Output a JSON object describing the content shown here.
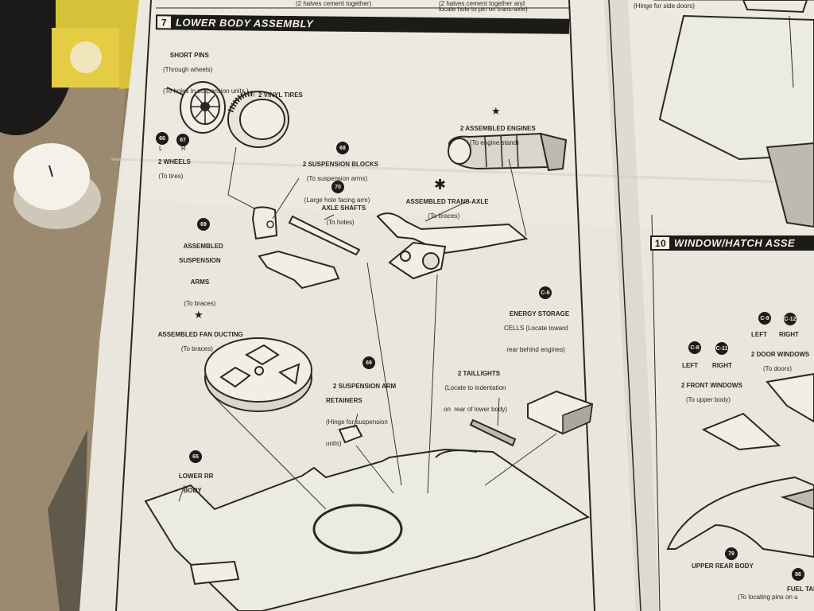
{
  "top_clip": {
    "left": "(2 halves cement together)",
    "right_1": "(2 halves cement together and",
    "right_2": "locate hole to pin on trans-axle)",
    "far_right": "(Hinge for side doors)"
  },
  "section7": {
    "number": "7",
    "title": "LOWER BODY ASSEMBLY"
  },
  "section10": {
    "number": "10",
    "title": "WINDOW/HATCH ASSE"
  },
  "labels": {
    "short_pins": "SHORT PINS",
    "short_pins_sub1": "(Through wheels)",
    "short_pins_sub2": "(To holes in suspension units )",
    "vinyl_tires": "2 VINYL TIRES",
    "wheels": "2 WHEELS",
    "wheels_sub": "(To tires)",
    "wheel_l": "L",
    "wheel_r": "R",
    "susp_blocks": "2 SUSPENSION BLOCKS",
    "susp_blocks_sub1": "(To suspension arms)",
    "susp_blocks_sub2": "(Large hole facing arm)",
    "engines": "2 ASSEMBLED ENGINES",
    "engines_sub": "(To engine stand)",
    "axle_shafts": "AXLE SHAFTS",
    "axle_shafts_sub": "(To holes)",
    "trans_axle": "ASSEMBLED TRANS-AXLE",
    "trans_axle_sub": "(To braces)",
    "susp_arms_1": "ASSEMBLED",
    "susp_arms_2": "SUSPENSION",
    "susp_arms_3": "ARMS",
    "susp_arms_sub": "(To braces)",
    "fan_ducting": "ASSEMBLED FAN DUCTING",
    "fan_ducting_sub": "(To braces)",
    "energy_1": "ENERGY STORAGE",
    "energy_2": "CELLS (Locate toward",
    "energy_3": "rear behind engines)",
    "retainers_1": "2 SUSPENSION ARM",
    "retainers_2": "RETAINERS",
    "retainers_sub1": "(Hinge for suspension",
    "retainers_sub2": "units)",
    "taillights": "2 TAILLIGHTS",
    "taillights_sub1": "(Locate to indentation",
    "taillights_sub2": "on  rear of lower body)",
    "lower_rr_1": "LOWER RR",
    "lower_rr_2": "BODY",
    "left_a": "LEFT",
    "right_a": "RIGHT",
    "door_windows": "2 DOOR WINDOWS",
    "door_windows_sub": "(To doors)",
    "left_b": "LEFT",
    "right_b": "RIGHT",
    "front_windows": "2 FRONT WINDOWS",
    "front_windows_sub": "(To upper body)",
    "upper_rear": "UPPER REAR BODY",
    "fuel_tank": "FUEL TANK",
    "fuel_tank_sub": "(To locating pins on u"
  },
  "badges": {
    "b66": "66",
    "b67": "67",
    "b68": "68",
    "b70": "70",
    "b69a": "69",
    "b69b": "69",
    "bc6": "C-6",
    "b65": "65",
    "bc9": "C-9",
    "bc12": "C-12",
    "bc8": "C-8",
    "bc11": "C-11",
    "b79": "79",
    "b86": "86"
  }
}
